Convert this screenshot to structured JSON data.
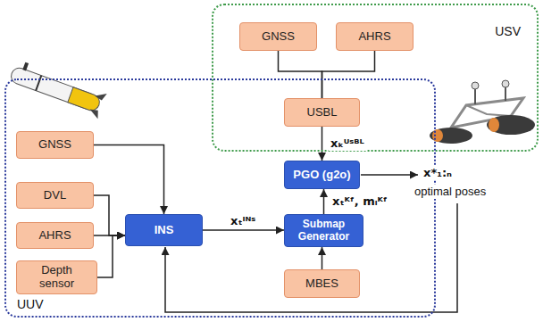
{
  "diagram": {
    "nodes": [
      {
        "text": [
          "USV"
        ]
      },
      {
        "text": [
          "GNSS"
        ],
        "in": 0
      },
      {
        "text": [
          "AHRS"
        ],
        "in": 0
      },
      {
        "text": [
          "USBL"
        ],
        "in": 0
      },
      {
        "text": [
          "UUV"
        ]
      },
      {
        "text": [
          "GNSS"
        ],
        "in": 4
      },
      {
        "text": [
          "DVL"
        ],
        "in": 4
      },
      {
        "text": [
          "AHRS"
        ],
        "in": 4
      },
      {
        "text": [
          "Depth sensor"
        ],
        "in": 4
      },
      {
        "text": [
          "INS"
        ],
        "in": 4
      },
      {
        "text": [
          "PGO (g2o)"
        ],
        "in": 4
      },
      {
        "text": [
          "Submap Generator"
        ],
        "in": 4
      },
      {
        "text": [
          "MBES"
        ],
        "in": 4
      }
    ],
    "edges": [
      {
        "from": 1,
        "to": 3,
        "arrow": "none"
      },
      {
        "from": 2,
        "to": 3,
        "arrow": "none"
      },
      {
        "from": 3,
        "to": 10,
        "arrow": "to",
        "label": "xₖᵁˢᴮᴸ"
      },
      {
        "from": 5,
        "to": 9,
        "arrow": "to"
      },
      {
        "from": 6,
        "to": 9,
        "arrow": "to"
      },
      {
        "from": 7,
        "to": 9,
        "arrow": "to"
      },
      {
        "from": 8,
        "to": 9,
        "arrow": "to"
      },
      {
        "from": 9,
        "to": 11,
        "arrow": "to",
        "label": "xₜᴵᴺˢ"
      },
      {
        "from": 11,
        "to": 10,
        "arrow": "to",
        "label": "xₜᴷᶠ, mᵢᴷᶠ"
      },
      {
        "from": 12,
        "to": 11,
        "arrow": "to"
      }
    ],
    "labels": [
      "x*₁:ₙ",
      "optimal poses"
    ]
  }
}
